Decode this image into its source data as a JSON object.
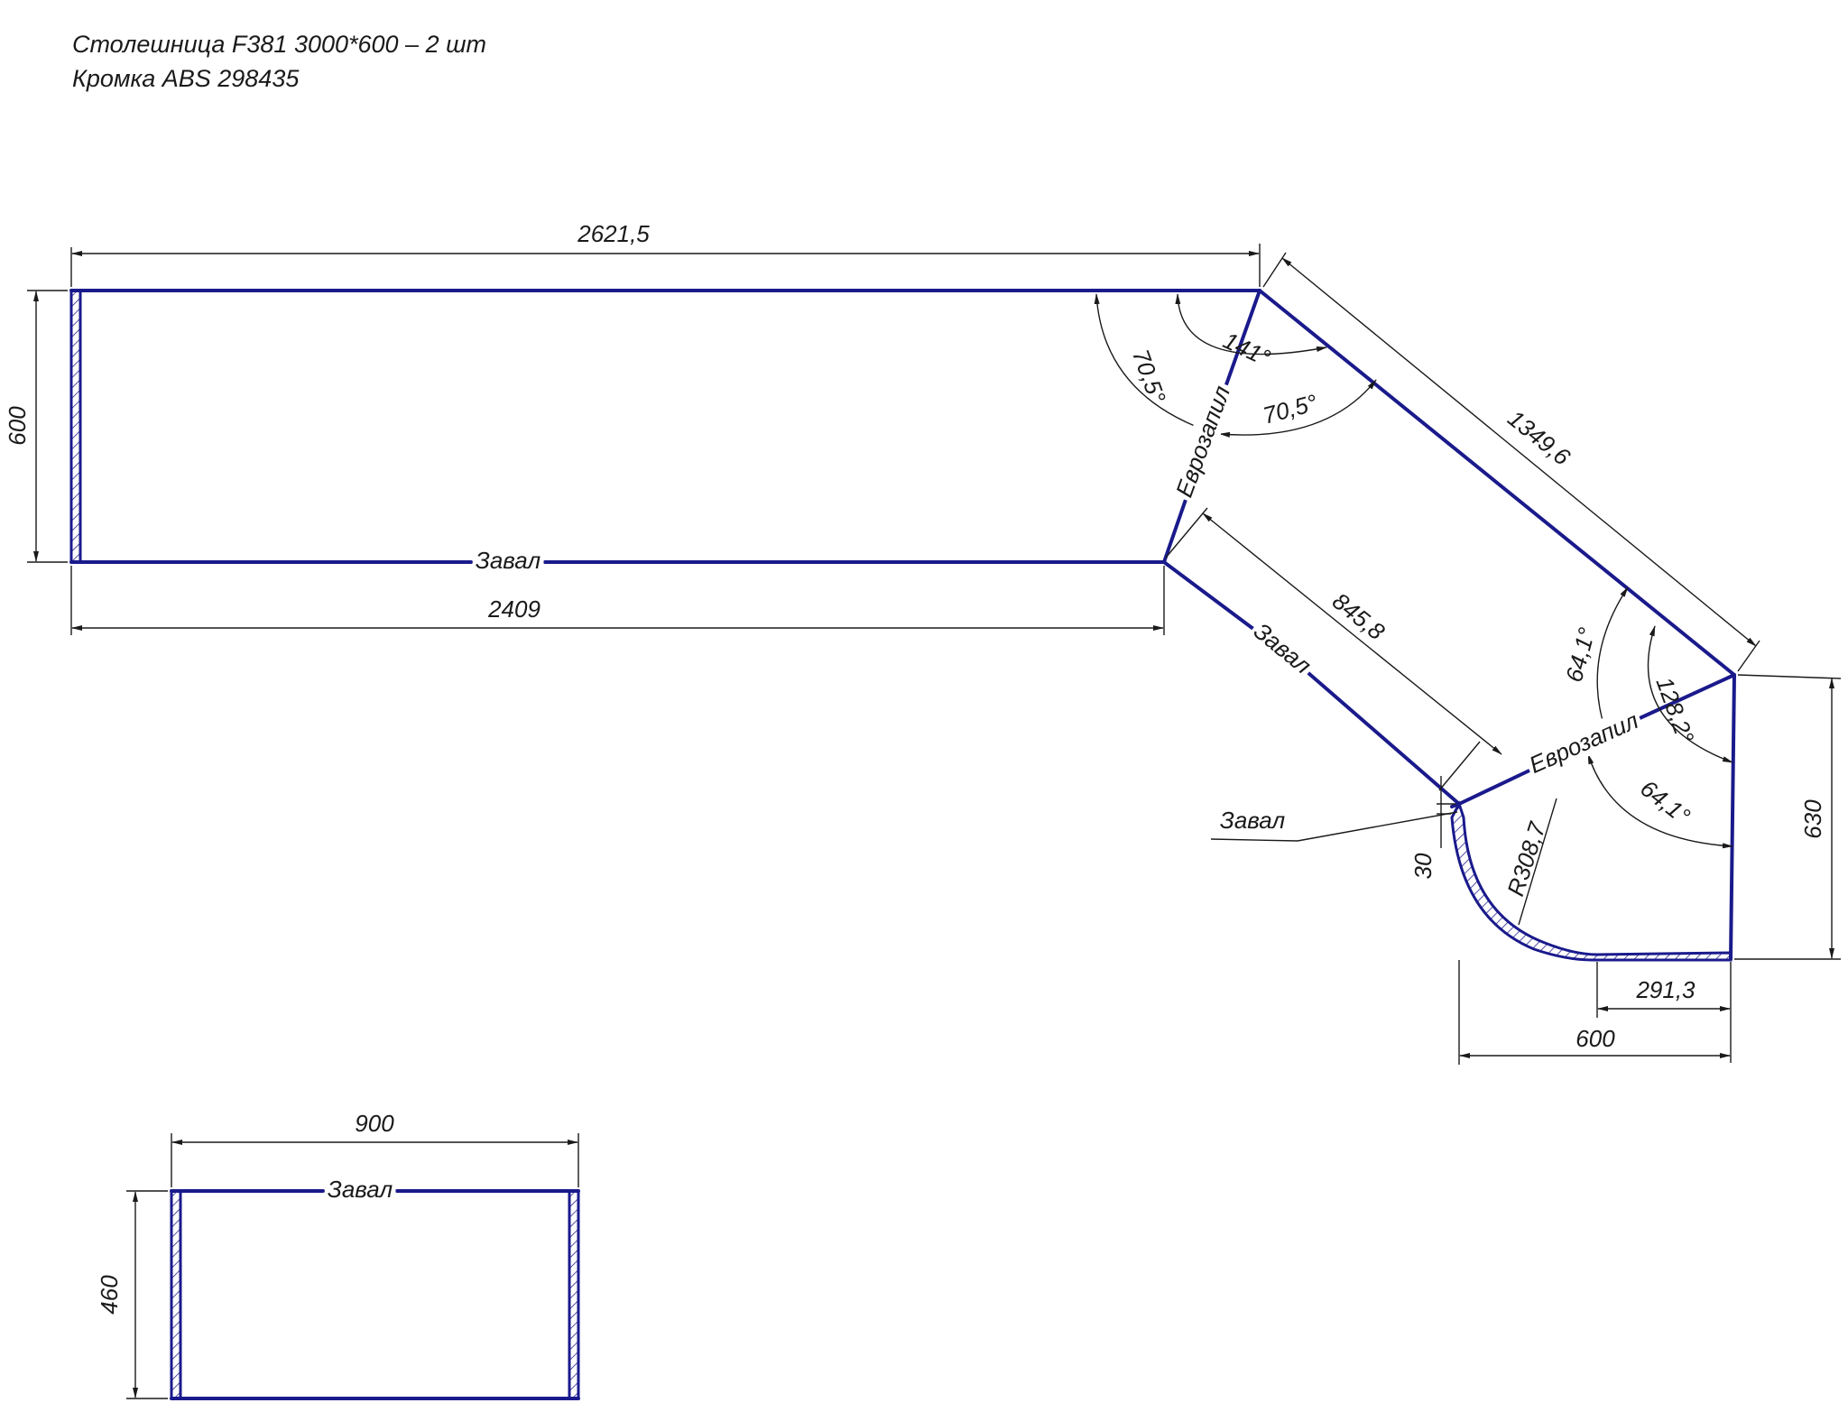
{
  "header": {
    "line1": "Столешница F381 3000*600 – 2 шт",
    "line2": "Кромка ABS 298435"
  },
  "colors": {
    "edge": "#1a1a8c",
    "text": "#1a1a1a"
  },
  "dimensions": {
    "top_length": "2621,5",
    "left_height": "600",
    "bottom_length": "2409",
    "diag_outer": "1349,6",
    "diag_inner": "845,8",
    "angle_left": "70,5°",
    "angle_141": "141°",
    "angle_right": "70,5°",
    "angle_64_top": "64,1°",
    "angle_128": "128,2°",
    "angle_64_bottom": "64,1°",
    "right_height": "630",
    "small_offset": "30",
    "radius": "R308,7",
    "bottom_short": "291,3",
    "bottom_600": "600",
    "small_width": "900",
    "small_height": "460"
  },
  "labels": {
    "zaval_bottom": "Завал",
    "evrozapil_1": "Еврозапил",
    "zaval_diag": "Завал",
    "zaval_leader": "Завал",
    "evrozapil_2": "Еврозапил",
    "zaval_small": "Завал"
  }
}
